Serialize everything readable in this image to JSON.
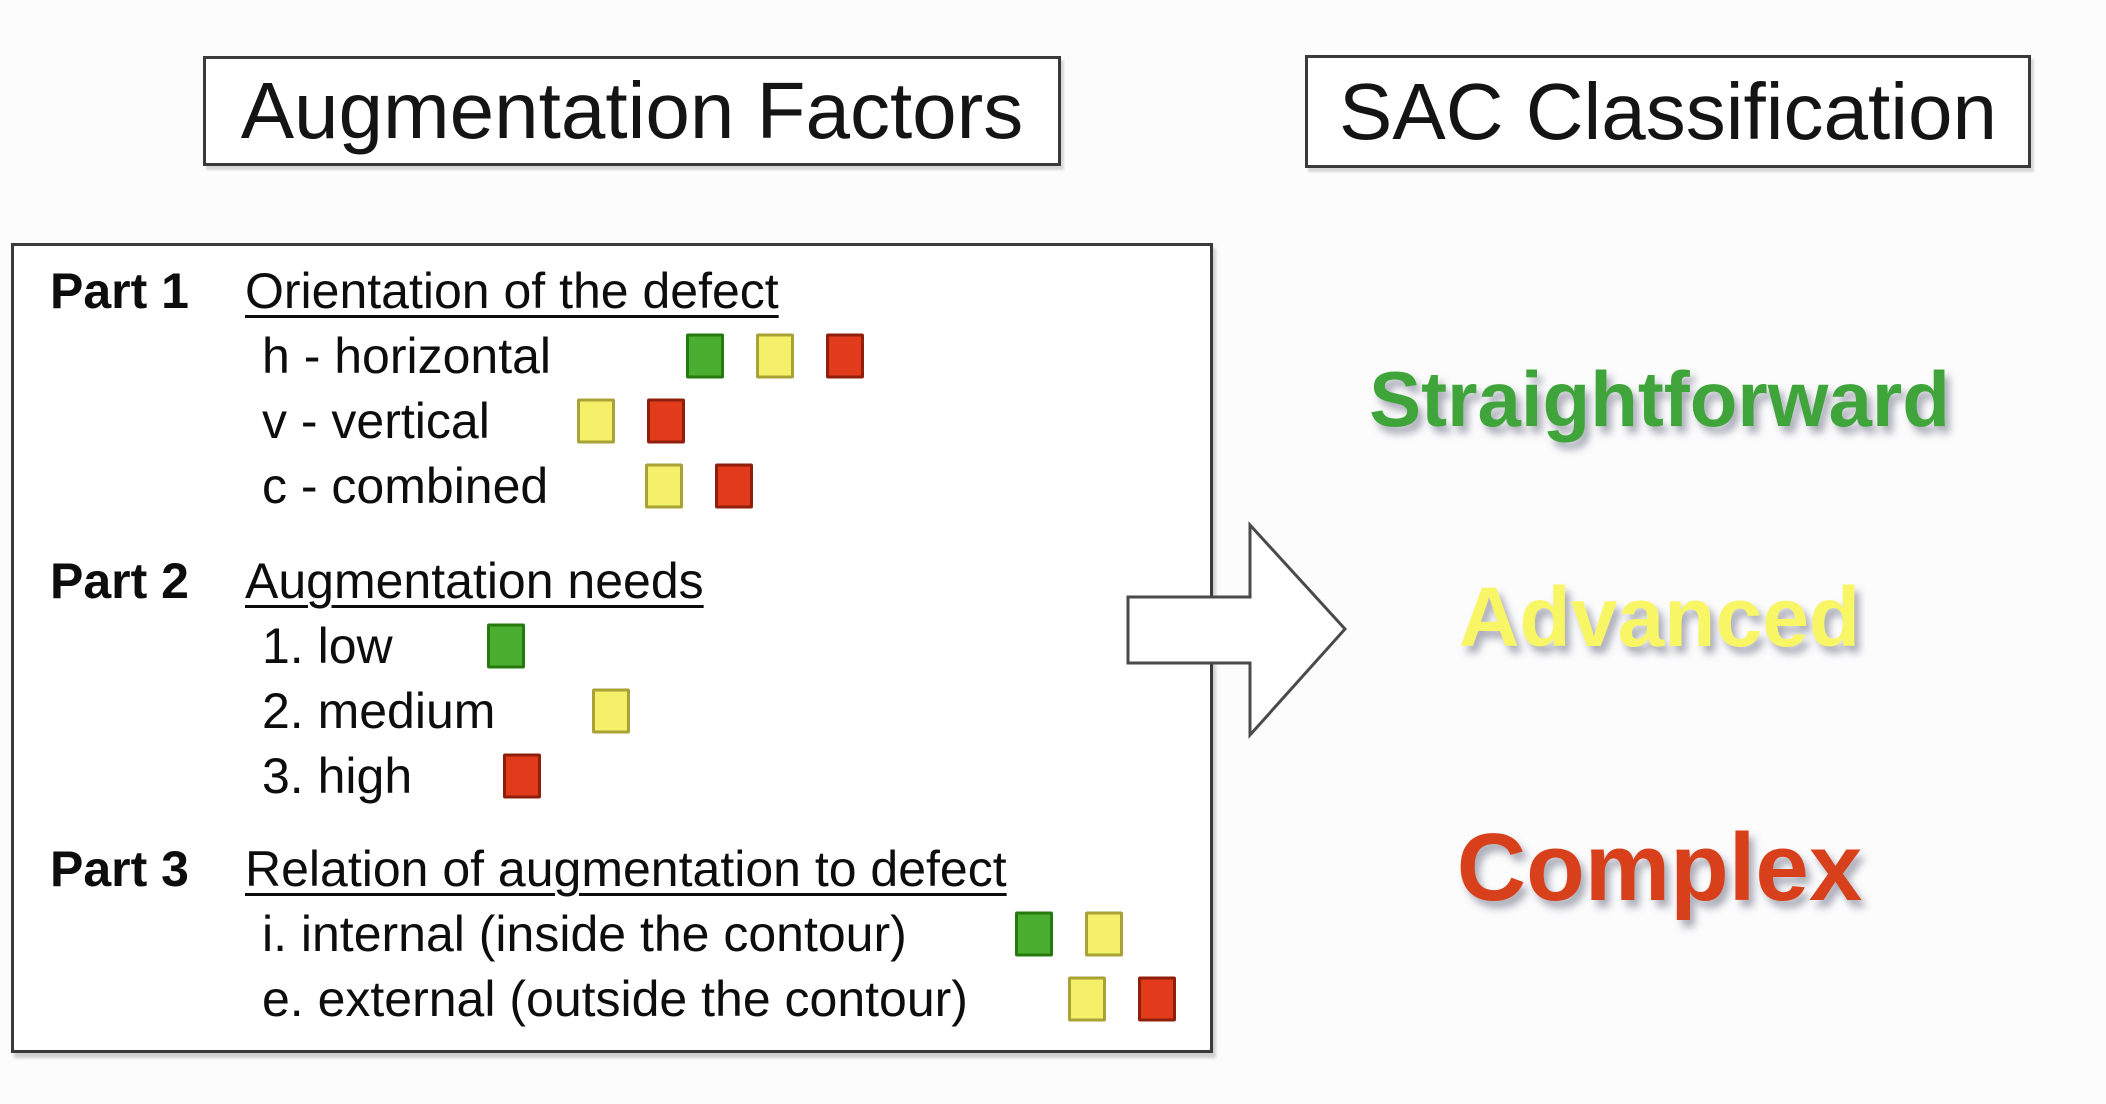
{
  "titles": {
    "left": "Augmentation Factors",
    "right": "SAC Classification"
  },
  "panel": {
    "parts": [
      {
        "label": "Part 1",
        "header": "Orientation of the defect",
        "items": [
          {
            "text": "h - horizontal",
            "squares": [
              "green",
              "yellow",
              "red"
            ]
          },
          {
            "text": "v - vertical",
            "squares": [
              "yellow",
              "red"
            ]
          },
          {
            "text": "c - combined",
            "squares": [
              "yellow",
              "red"
            ]
          }
        ]
      },
      {
        "label": "Part 2",
        "header": "Augmentation needs",
        "items": [
          {
            "text": "1. low",
            "squares": [
              "green"
            ]
          },
          {
            "text": "2. medium",
            "squares": [
              "yellow"
            ]
          },
          {
            "text": "3. high",
            "squares": [
              "red"
            ]
          }
        ]
      },
      {
        "label": "Part 3",
        "header": "Relation of augmentation to defect",
        "items": [
          {
            "text": "i. internal (inside the contour)",
            "squares": [
              "green",
              "yellow"
            ]
          },
          {
            "text": "e. external (outside the contour)",
            "squares": [
              "yellow",
              "red"
            ]
          }
        ]
      }
    ]
  },
  "classifications": [
    {
      "label": "Straightforward",
      "color": "#3fa53b"
    },
    {
      "label": "Advanced",
      "color": "#f9f666"
    },
    {
      "label": "Complex",
      "color": "#d8401c"
    }
  ],
  "colors": {
    "green": {
      "fill": "#4cae31",
      "border": "#26790f"
    },
    "yellow": {
      "fill": "#f5f06a",
      "border": "#a9a236"
    },
    "red": {
      "fill": "#e23b1c",
      "border": "#8f1f0b"
    }
  }
}
